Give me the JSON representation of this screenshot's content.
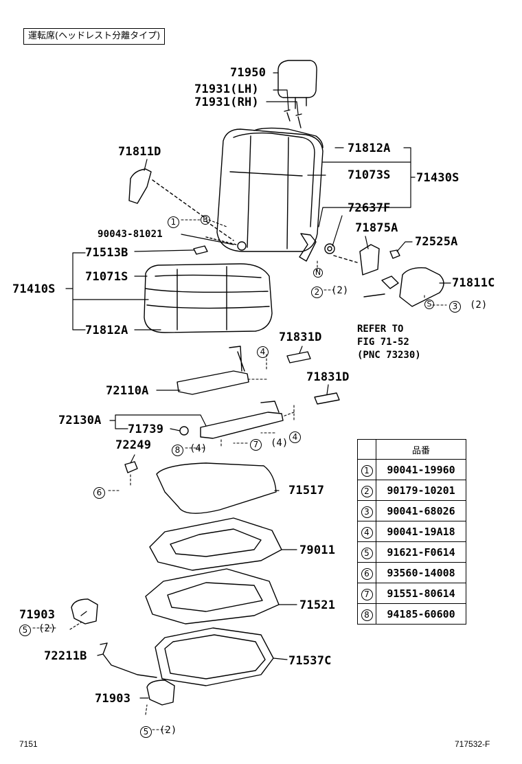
{
  "title": "運転席(ヘッドレスト分離タイプ)",
  "labels": {
    "p71950": "71950",
    "p71931lh": "71931(LH)",
    "p71931rh": "71931(RH)",
    "p71811d": "71811D",
    "p71812a_top": "71812A",
    "p71073s": "71073S",
    "p71430s": "71430S",
    "p72637f": "72637F",
    "p90043": "90043-81021",
    "p71875a": "71875A",
    "p72525a": "72525A",
    "p71513b": "71513B",
    "p71071s": "71071S",
    "p71410s": "71410S",
    "p71811c": "71811C",
    "p71812a_bottom": "71812A",
    "p71831d_1": "71831D",
    "p71831d_2": "71831D",
    "p72110a": "72110A",
    "p72130a": "72130A",
    "p71739": "71739",
    "p72249": "72249",
    "p71517": "71517",
    "p79011": "79011",
    "p71521": "71521",
    "p71903_1": "71903",
    "p72211b": "72211B",
    "p71537c": "71537C",
    "p71903_2": "71903"
  },
  "callouts": {
    "c1": "1",
    "c2": "2",
    "c3": "3",
    "c4a": "4",
    "c4b": "4",
    "c5a": "5",
    "c5b": "5",
    "c6": "6",
    "c7": "7",
    "c8": "8",
    "q2a": "(2)",
    "q2b": "(2)",
    "q2c": "(2)",
    "q2d": "(2)",
    "q4a": "(4)",
    "q4b": "(4)",
    "mB": "B",
    "mN": "N",
    "mS": "S"
  },
  "note": "REFER TO\nFIG 71-52\n(PNC 73230)",
  "table": {
    "header": "品番",
    "rows": [
      {
        "no": "1",
        "part": "90041-19960"
      },
      {
        "no": "2",
        "part": "90179-10201"
      },
      {
        "no": "3",
        "part": "90041-68026"
      },
      {
        "no": "4",
        "part": "90041-19A18"
      },
      {
        "no": "5",
        "part": "91621-F0614"
      },
      {
        "no": "6",
        "part": "93560-14008"
      },
      {
        "no": "7",
        "part": "91551-80614"
      },
      {
        "no": "8",
        "part": "94185-60600"
      }
    ]
  },
  "footer": {
    "left": "7151",
    "right": "717532-F"
  }
}
